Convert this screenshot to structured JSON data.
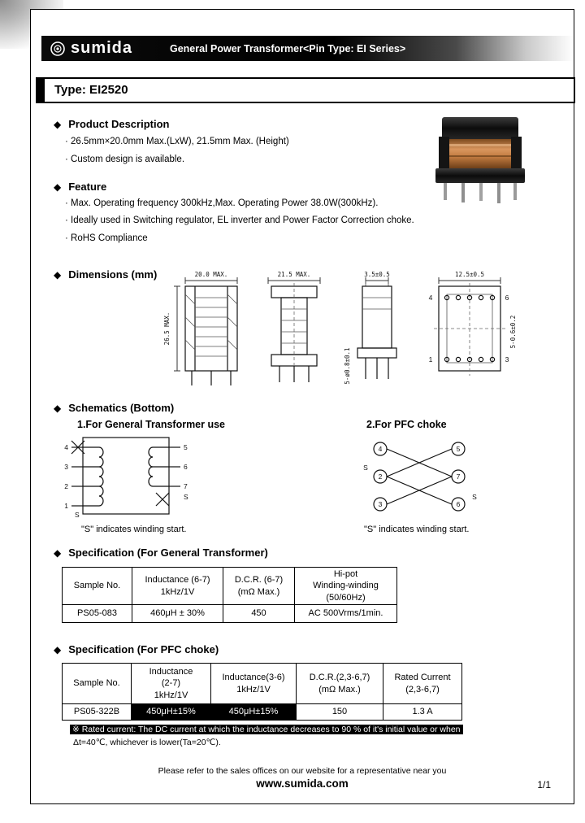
{
  "ui": {
    "diamond": "◆"
  },
  "header": {
    "logo_text": "sumida",
    "title": "General Power Transformer<Pin Type: EI Series>"
  },
  "type_heading": "Type: EI2520",
  "product": {
    "heading": "Product Description",
    "items": [
      "· 26.5mm×20.0mm Max.(LxW), 21.5mm Max. (Height)",
      "· Custom design is available."
    ]
  },
  "feature": {
    "heading": "Feature",
    "items": [
      "· Max. Operating frequency 300kHz,Max. Operating Power 38.0W(300kHz).",
      "· Ideally used in Switching regulator, EL inverter and Power Factor Correction choke.",
      "· RoHS Compliance"
    ]
  },
  "dimensions": {
    "heading": "Dimensions (mm)",
    "front": {
      "width": "20.0 MAX.",
      "height": "26.5 MAX."
    },
    "side": {
      "width": "21.5 MAX."
    },
    "pins": {
      "pitch": "3.5±0.5",
      "diameter": "5-ø0.8±0.1"
    },
    "bottom": {
      "row_pitch": "12.5±0.5",
      "pin_size": "5-0.6±0.2",
      "pin_tl": "4",
      "pin_tr": "6",
      "pin_bl": "1",
      "pin_br": "3"
    }
  },
  "schematics": {
    "heading": "Schematics (Bottom)",
    "general": {
      "title": "1.For General Transformer use",
      "caption": "\"S\" indicates winding start.",
      "pin_left_1": "4",
      "pin_left_2": "3",
      "pin_left_3": "2",
      "pin_left_4": "1",
      "pin_right_1": "5",
      "pin_right_2": "6",
      "pin_right_3": "7",
      "s1": "S",
      "s2": "S"
    },
    "pfc": {
      "title": "2.For PFC choke",
      "caption": "\"S\" indicates winding start.",
      "pin_left_1": "4",
      "pin_left_2": "2",
      "pin_left_3": "3",
      "pin_right_1": "5",
      "pin_right_2": "7",
      "pin_right_3": "6",
      "s1": "S",
      "s2": "S"
    }
  },
  "spec_general": {
    "heading": "Specification (For General Transformer)",
    "headers": [
      "Sample No.",
      "Inductance (6-7)\n1kHz/1V",
      "D.C.R. (6-7)\n(mΩ Max.)",
      "Hi-pot\nWinding-winding\n(50/60Hz)"
    ],
    "row": [
      "PS05-083",
      "460μH ± 30%",
      "450",
      "AC 500Vrms/1min."
    ]
  },
  "spec_pfc": {
    "heading": "Specification (For PFC choke)",
    "headers": [
      "Sample No.",
      "Inductance\n(2-7)\n1kHz/1V",
      "Inductance(3-6)\n1kHz/1V",
      "D.C.R.(2,3-6,7)\n(mΩ Max.)",
      "Rated Current\n(2,3-6,7)"
    ],
    "row": [
      "PS05-322B",
      "450μH±15%",
      "450μH±15%",
      "150",
      "1.3 A"
    ],
    "note_line1": "※ Rated current: The DC current at which the inductance decreases to 90 % of it's initial value or when",
    "note_line2": "Δt=40℃, whichever is lower(Ta=20℃)."
  },
  "footer": {
    "line1": "Please refer to the sales offices on our website for a representative near you",
    "url": "www.sumida.com",
    "page": "1/1"
  }
}
